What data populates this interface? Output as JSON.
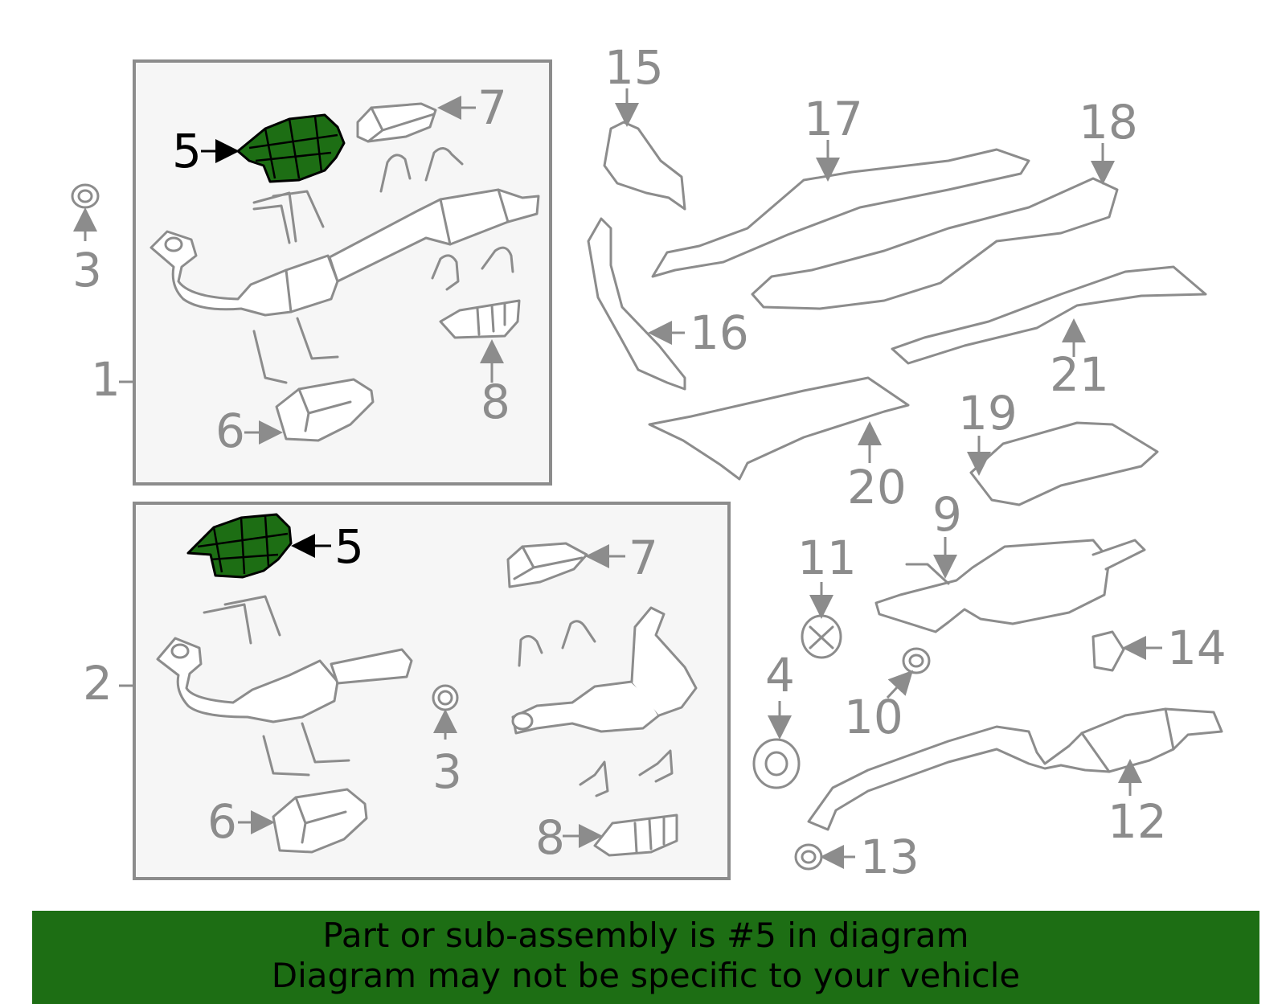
{
  "colors": {
    "highlight": "#1d6e14",
    "line": "#8c8c8c",
    "box_fill": "#f6f6f6"
  },
  "callouts": {
    "n1": "1",
    "n2": "2",
    "n3a": "3",
    "n3b": "3",
    "n4": "4",
    "n5a": "5",
    "n5b": "5",
    "n6a": "6",
    "n6b": "6",
    "n7a": "7",
    "n7b": "7",
    "n8a": "8",
    "n8b": "8",
    "n9": "9",
    "n10": "10",
    "n11": "11",
    "n12": "12",
    "n13": "13",
    "n14": "14",
    "n15": "15",
    "n16": "16",
    "n17": "17",
    "n18": "18",
    "n19": "19",
    "n20": "20",
    "n21": "21"
  },
  "banner": {
    "line1": "Part or sub-assembly is #5 in diagram",
    "line2": "Diagram may not be specific to your vehicle"
  }
}
